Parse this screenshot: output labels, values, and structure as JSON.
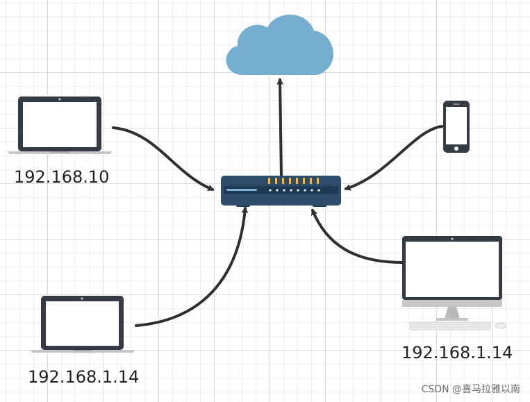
{
  "labels": {
    "laptop_top_left": "192.168.10",
    "laptop_bottom_left": "192.168.1.14",
    "desktop_right": "192.168.1.14"
  },
  "watermark": "CSDN @喜马拉雅以南",
  "colors": {
    "cloud": "#74aed0",
    "router_body": "#2c4e6c",
    "router_dark": "#1e3a54",
    "router_led_yellow": "#f2b84a",
    "router_led_white": "#e9f2f7",
    "device_frame": "#353b45",
    "device_base": "#c6c6c6",
    "arrow": "#2e2e2e"
  },
  "icons": [
    "cloud-icon",
    "router-icon",
    "laptop-icon",
    "phone-icon",
    "desktop-monitor-icon"
  ]
}
